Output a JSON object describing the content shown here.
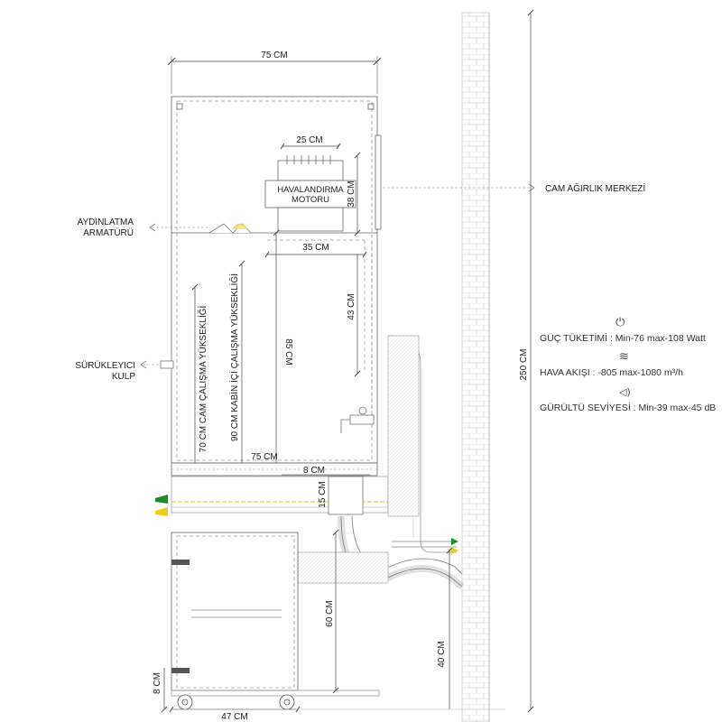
{
  "labels": {
    "width_top": "75 CM",
    "fan_width": "25 CM",
    "fan_motor_line1": "HAVALANDIRMA",
    "fan_motor_line2": "MOTORU",
    "fan_height": "38 CM",
    "light_fixture_line1": "AYDINLATMA",
    "light_fixture_line2": "ARMATÜRÜ",
    "duct_width": "35 CM",
    "duct_height": "43 CM",
    "sash_handle_line1": "SÜRÜKLEYICI",
    "sash_handle_line2": "KULP",
    "glass_height": "70 CM CAM ÇALIŞMA YÜKSEKLİĞİ",
    "cabinet_height": "90 CM KABİN İÇİ ÇALIŞMA YÜKSEKLİĞİ",
    "inner_height": "85 CM",
    "worktop_width": "75 CM",
    "worktop_thickness": "8 CM",
    "sink_height": "15 CM",
    "base_height": "60 CM",
    "wheel_height": "8 CM",
    "base_width": "47 CM",
    "wall_height": "40 CM",
    "total_height": "250 CM",
    "center_of_gravity": "CAM AĞIRLIK MERKEZİ"
  },
  "specs": [
    {
      "icon": "plug-icon",
      "glyph": "⏻",
      "text": "GÜÇ TÜKETİMİ : Min-76 max-108 Watt"
    },
    {
      "icon": "airflow-icon",
      "glyph": "≋",
      "text": "HAVA AKIŞI :  -805 max-1080 m³/h"
    },
    {
      "icon": "speaker-icon",
      "glyph": "🔊",
      "text": "GÜRÜLTÜ SEVİYESİ : Min-39 max-45 dB"
    }
  ],
  "colors": {
    "line": "#555555",
    "dim": "#444444",
    "green_valve": "#1a8a2a",
    "yellow_valve": "#e6d21a",
    "brick": "#d9d9d9"
  }
}
